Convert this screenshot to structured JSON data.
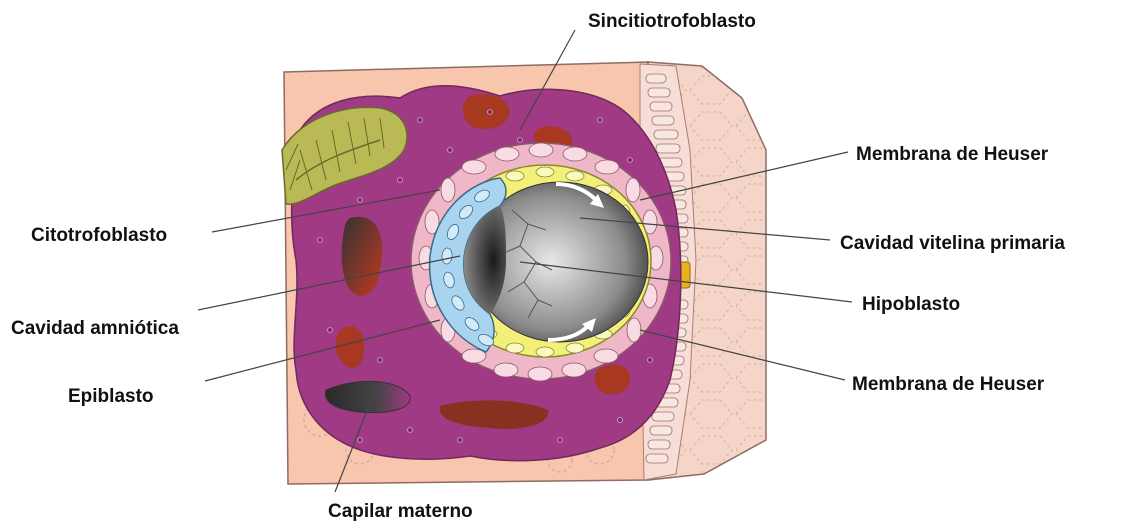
{
  "labels": {
    "sincitiotrofoblasto": "Sincitiotrofoblasto",
    "membrana_top": "Membrana de Heuser",
    "citotrofoblasto": "Citotrofoblasto",
    "cavidad_vitelina": "Cavidad vitelina primaria",
    "hipoblasto": "Hipoblasto",
    "cavidad_amniotica": "Cavidad amniótica",
    "epiblasto": "Epiblasto",
    "membrana_bottom": "Membrana de Heuser",
    "capilar": "Capilar materno"
  },
  "colors": {
    "endometrium": "#f7c6ad",
    "syncytio": "#a03a85",
    "lacunae": "#a83820",
    "cytotrophoblast": "#f0b7c8",
    "hypoblast": "#f3f07a",
    "epiblast": "#a8d4ef",
    "gland": "#b9ba55",
    "surface_epithelium": "#f6ddd6"
  }
}
